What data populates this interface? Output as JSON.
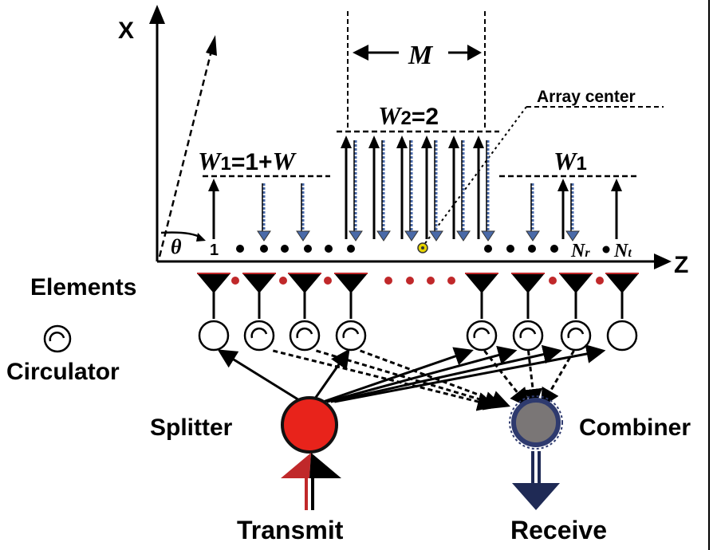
{
  "axes": {
    "x_label": "X",
    "z_label": "Z",
    "theta": "θ"
  },
  "spacing": {
    "m_label": "M"
  },
  "annotations": {
    "array_center": "Array center"
  },
  "weights": {
    "w1_left_main": "W",
    "w1_left_sub": "1",
    "w1_left_rest": "=1+",
    "w1_left_w": "W",
    "w2_main": "W",
    "w2_sub": "2",
    "w2_rest": "=2",
    "w1_right_main": "W",
    "w1_right_sub": "1"
  },
  "positions": {
    "first": "1",
    "nr_main": "N",
    "nr_sub": "r",
    "nt_main": "N",
    "nt_sub": "t"
  },
  "legend": {
    "elements": "Elements",
    "circulator": "Circulator"
  },
  "blocks": {
    "splitter": "Splitter",
    "combiner": "Combiner",
    "transmit": "Transmit",
    "receive": "Receive"
  },
  "colors": {
    "splitter": "#e8231b",
    "combiner": "#7a7676",
    "combiner_ring": "#2e3a6e",
    "dot": "#c0282a",
    "rx_arrow": "#4a6aa8",
    "receive_arrow": "#1f2a55",
    "array_center_dot": "#e6d400"
  }
}
